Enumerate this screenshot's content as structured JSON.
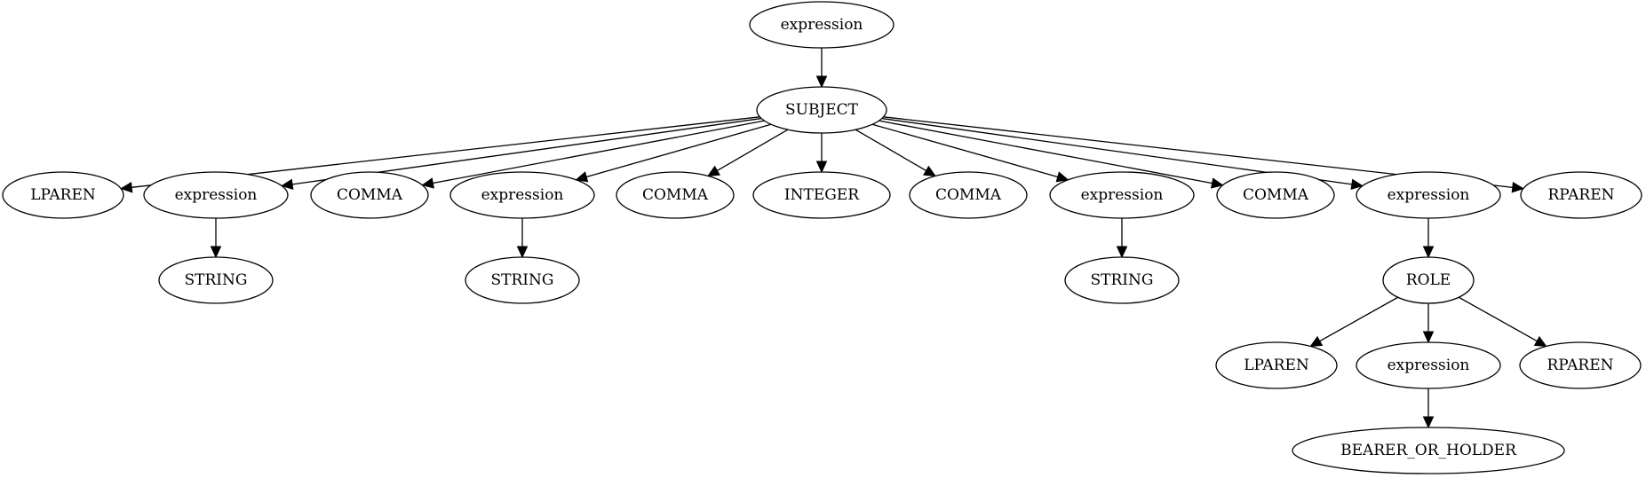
{
  "nodes": [
    {
      "id": "n0",
      "label": "expression"
    },
    {
      "id": "n1",
      "label": "SUBJECT"
    },
    {
      "id": "n2",
      "label": "LPAREN"
    },
    {
      "id": "n3",
      "label": "expression"
    },
    {
      "id": "n4",
      "label": "COMMA"
    },
    {
      "id": "n5",
      "label": "expression"
    },
    {
      "id": "n6",
      "label": "COMMA"
    },
    {
      "id": "n7",
      "label": "INTEGER"
    },
    {
      "id": "n8",
      "label": "COMMA"
    },
    {
      "id": "n9",
      "label": "expression"
    },
    {
      "id": "n10",
      "label": "COMMA"
    },
    {
      "id": "n11",
      "label": "expression"
    },
    {
      "id": "n12",
      "label": "RPAREN"
    },
    {
      "id": "n13",
      "label": "STRING"
    },
    {
      "id": "n14",
      "label": "STRING"
    },
    {
      "id": "n15",
      "label": "STRING"
    },
    {
      "id": "n16",
      "label": "ROLE"
    },
    {
      "id": "n17",
      "label": "LPAREN"
    },
    {
      "id": "n18",
      "label": "expression"
    },
    {
      "id": "n19",
      "label": "RPAREN"
    },
    {
      "id": "n20",
      "label": "BEARER_OR_HOLDER"
    }
  ],
  "edges": [
    [
      "n0",
      "n1"
    ],
    [
      "n1",
      "n2"
    ],
    [
      "n1",
      "n3"
    ],
    [
      "n1",
      "n4"
    ],
    [
      "n1",
      "n5"
    ],
    [
      "n1",
      "n6"
    ],
    [
      "n1",
      "n7"
    ],
    [
      "n1",
      "n8"
    ],
    [
      "n1",
      "n9"
    ],
    [
      "n1",
      "n10"
    ],
    [
      "n1",
      "n11"
    ],
    [
      "n1",
      "n12"
    ],
    [
      "n3",
      "n13"
    ],
    [
      "n5",
      "n14"
    ],
    [
      "n9",
      "n15"
    ],
    [
      "n11",
      "n16"
    ],
    [
      "n16",
      "n17"
    ],
    [
      "n16",
      "n18"
    ],
    [
      "n16",
      "n19"
    ],
    [
      "n18",
      "n20"
    ]
  ]
}
